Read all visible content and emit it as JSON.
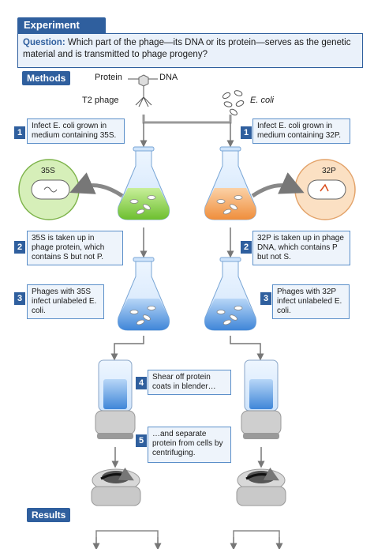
{
  "header": {
    "title": "Experiment"
  },
  "question": {
    "label": "Question:",
    "text": "Which part of the phage—its DNA or its protein—serves as the genetic material and is transmitted to phage progeny?"
  },
  "methods": {
    "tag": "Methods",
    "phage_label": "T2 phage",
    "protein_label": "Protein",
    "dna_label": "DNA",
    "ecoli_label": "E. coli"
  },
  "steps": {
    "s1_num": "1",
    "s1_left": "Infect E. coli grown in medium containing 35S.",
    "s1_right": "Infect E. coli grown in medium containing 32P.",
    "s2_num": "2",
    "s2_left": "35S is taken up in phage protein, which contains S but not P.",
    "s2_right": "32P is taken up in phage DNA, which contains P but not S.",
    "s3_num": "3",
    "s3_left": "Phages with 35S infect unlabeled E. coli.",
    "s3_right": "Phages with 32P infect unlabeled E. coli.",
    "s4_num": "4",
    "s4_text": "Shear off protein coats in blender…",
    "s5_num": "5",
    "s5_text": "…and separate protein from cells by centrifuging."
  },
  "isotopes": {
    "left": "35S",
    "right": "32P"
  },
  "results": {
    "tag": "Results"
  },
  "colors": {
    "blue_dark": "#2f5f9e",
    "flask_green": "#8fd14f",
    "flask_orange": "#f4a261",
    "flask_blue": "#5b9be0"
  }
}
